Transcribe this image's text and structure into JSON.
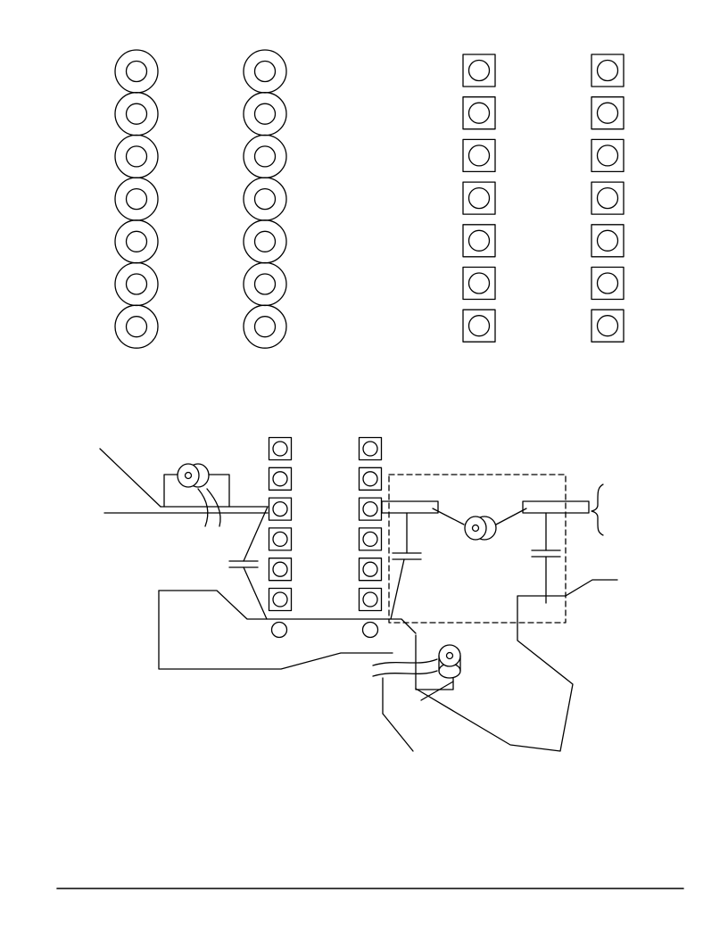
{
  "page": {
    "background": "#ffffff",
    "ink": "#000000",
    "dash_color": "#333333"
  },
  "figures": {
    "pad_layouts": {
      "round_pad_columns": 2,
      "square_pad_columns": 2,
      "pads_per_column": 7
    },
    "assembly": {
      "left_pad_column_count": 6,
      "right_pad_column_count": 6,
      "bottom_row_pad_count": 2,
      "connector_count": 3,
      "capacitor_count": 3
    }
  },
  "footer": {
    "rule": true
  }
}
